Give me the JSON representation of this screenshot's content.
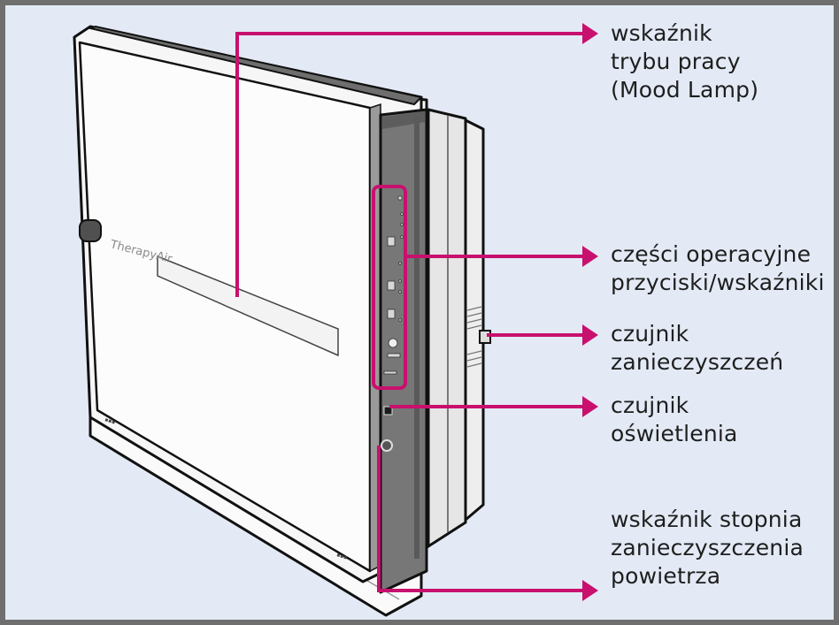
{
  "colors": {
    "background": "#e3eaf5",
    "frame": "#6f6f6f",
    "callout": "#c8106e",
    "panel": "#7b7b7b",
    "body": "#f4f4f4"
  },
  "device": {
    "logo": "TherapyAir"
  },
  "labels": {
    "mood_lamp": "wskaźnik\ntrybu pracy\n(Mood Lamp)",
    "controls": "części operacyjne\nprzyciski/wskaźniki",
    "pollution_sensor": "czujnik\nzanieczyszczeń",
    "light_sensor": "czujnik\noświetlenia",
    "air_quality": "wskaźnik stopnia\nzanieczyszczenia\npowietrza"
  }
}
